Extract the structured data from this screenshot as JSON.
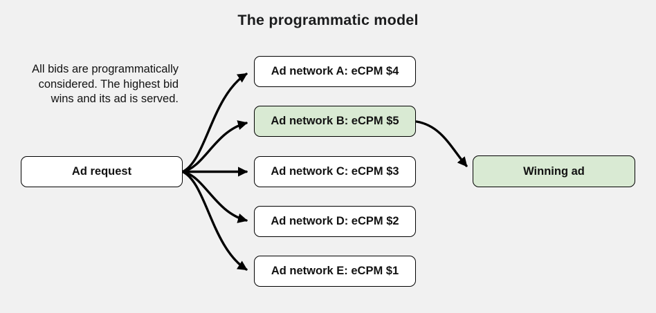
{
  "title": "The programmatic model",
  "description": "All bids are programmatically\nconsidered. The highest bid\nwins and its ad is served.",
  "nodes": {
    "ad_request": {
      "label": "Ad request"
    },
    "networks": [
      {
        "label": "Ad network A: eCPM $4",
        "ecpm": 4,
        "highlighted": false
      },
      {
        "label": "Ad network B: eCPM $5",
        "ecpm": 5,
        "highlighted": true
      },
      {
        "label": "Ad network C: eCPM $3",
        "ecpm": 3,
        "highlighted": false
      },
      {
        "label": "Ad network D: eCPM $2",
        "ecpm": 2,
        "highlighted": false
      },
      {
        "label": "Ad network E: eCPM $1",
        "ecpm": 1,
        "highlighted": false
      }
    ],
    "winning": {
      "label": "Winning ad"
    }
  },
  "connections": [
    {
      "from": "ad_request",
      "to": "network_a"
    },
    {
      "from": "ad_request",
      "to": "network_b"
    },
    {
      "from": "ad_request",
      "to": "network_c"
    },
    {
      "from": "ad_request",
      "to": "network_d"
    },
    {
      "from": "ad_request",
      "to": "network_e"
    },
    {
      "from": "network_b",
      "to": "winning_ad"
    }
  ],
  "colors": {
    "background": "#f1f1f1",
    "box_fill": "#ffffff",
    "highlight_fill": "#d9ead3",
    "border": "#000000",
    "arrow": "#000000",
    "text": "#1b1c1d"
  }
}
